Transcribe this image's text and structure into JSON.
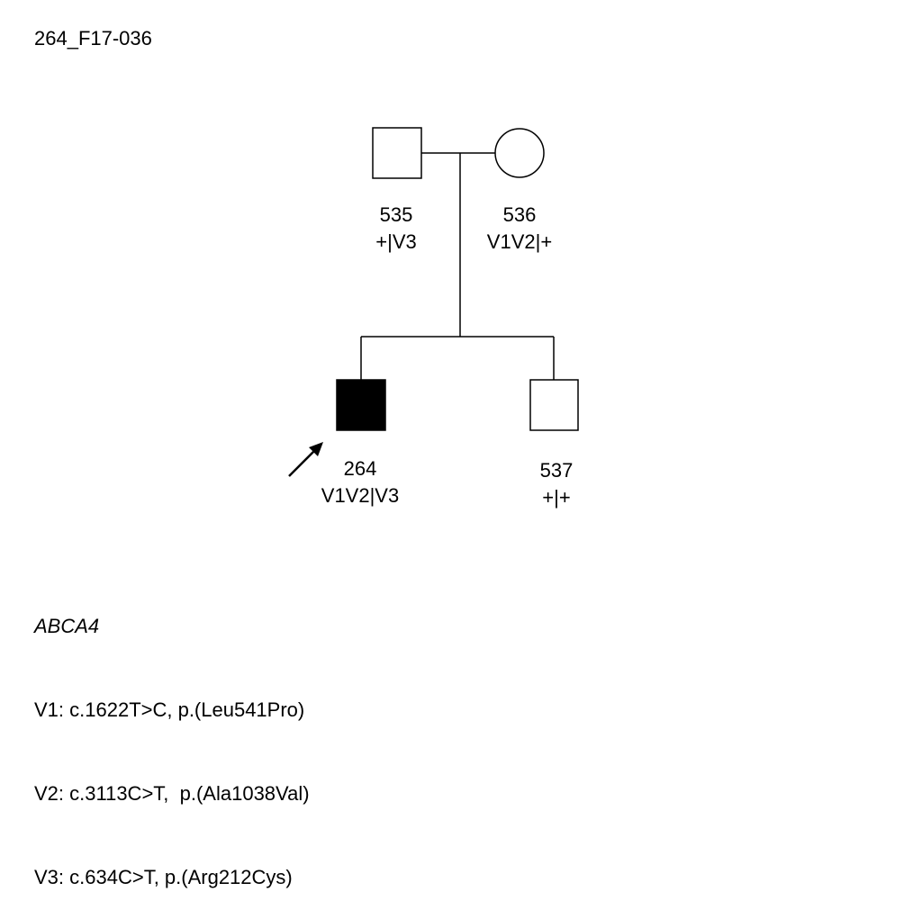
{
  "family_id": "264_F17-036",
  "individuals": [
    {
      "id": "535",
      "genotype": "+|V3",
      "sex": "male",
      "affected": false,
      "generation": 1,
      "proband": false
    },
    {
      "id": "536",
      "genotype": "V1V2|+",
      "sex": "female",
      "affected": false,
      "generation": 1,
      "proband": false
    },
    {
      "id": "264",
      "genotype": "V1V2|V3",
      "sex": "male",
      "affected": true,
      "generation": 2,
      "proband": true
    },
    {
      "id": "537",
      "genotype": "+|+",
      "sex": "male",
      "affected": false,
      "generation": 2,
      "proband": false
    }
  ],
  "legend": {
    "gene": "ABCA4",
    "variants": [
      "V1: c.1622T>C, p.(Leu541Pro)",
      "V2: c.3113C>T,  p.(Ala1038Val)",
      "V3: c.634C>T, p.(Arg212Cys)"
    ]
  },
  "colors": {
    "affected_fill": "#000000",
    "unaffected_fill": "#ffffff",
    "line": "#000000"
  }
}
